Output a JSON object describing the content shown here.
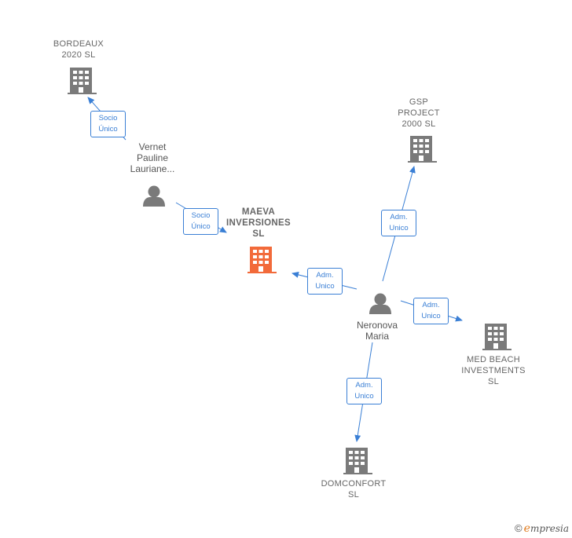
{
  "colors": {
    "edge": "#3a7fd5",
    "company": "#7a7a7a",
    "focus": "#f26a3a",
    "person": "#7a7a7a"
  },
  "nodes": {
    "bordeaux": {
      "label": "BORDEAUX\n2020  SL",
      "icon": "building-icon"
    },
    "gsp": {
      "label": "GSP\nPROJECT\n2000  SL",
      "icon": "building-icon"
    },
    "vernet": {
      "label": "Vernet\nPauline\nLauriane...",
      "icon": "person-icon"
    },
    "maeva": {
      "label": "MAEVA\nINVERSIONES\nSL",
      "icon": "building-icon"
    },
    "neronova": {
      "label": "Neronova\nMaria",
      "icon": "person-icon"
    },
    "medbeach": {
      "label": "MED BEACH\nINVESTMENTS\nSL",
      "icon": "building-icon"
    },
    "domconfort": {
      "label": "DOMCONFORT\nSL",
      "icon": "building-icon"
    }
  },
  "edges": {
    "vernet_bordeaux": "Socio\nÚnico",
    "vernet_maeva": "Socio\nÚnico",
    "neronova_maeva": "Adm.\nUnico",
    "neronova_gsp": "Adm.\nUnico",
    "neronova_medbeach": "Adm.\nUnico",
    "neronova_domconfort": "Adm.\nUnico"
  },
  "footer": {
    "copyright": "©",
    "brand_first": "e",
    "brand_rest": "mpresia"
  }
}
